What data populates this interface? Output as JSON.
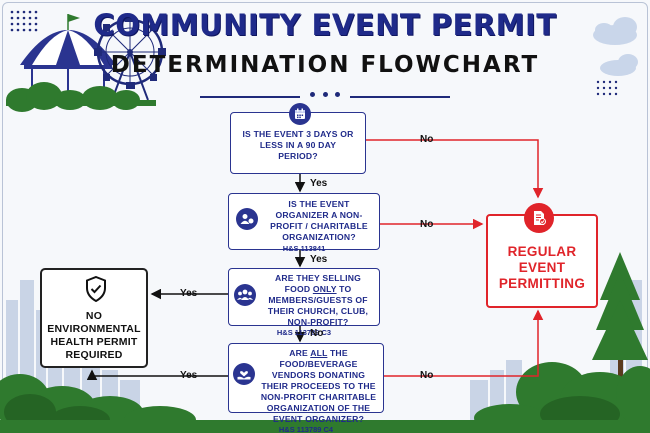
{
  "title": "COMMUNITY EVENT PERMIT",
  "subtitle": "DETERMINATION FLOWCHART",
  "questions": [
    {
      "text": "IS THE EVENT 3 DAYS OR LESS IN A 90 DAY PERIOD?",
      "ref": "",
      "icon": "calendar-icon"
    },
    {
      "text": "IS THE EVENT ORGANIZER A NON-PROFIT / CHARITABLE ORGANIZATION?",
      "ref": "H&S 113841",
      "icon": "people-icon"
    },
    {
      "text_before": "ARE THEY SELLING FOOD ",
      "text_emph": "ONLY",
      "text_after": " TO MEMBERS/GUESTS OF THEIR CHURCH, CLUB, NON-PROFIT?",
      "ref": "H&S 113789 C3",
      "icon": "group-icon"
    },
    {
      "text_before": "ARE ",
      "text_emph": "ALL",
      "text_after": " THE FOOD/BEVERAGE VENDORS DONATING THEIR PROCEEDS TO THE NON-PROFIT CHARITABLE ORGANIZATION OF THE EVENT ORGANIZER?",
      "ref": "H&S 113789 C4",
      "icon": "donation-icon"
    }
  ],
  "labels": {
    "yes": "Yes",
    "no": "No"
  },
  "outcomes": {
    "left": "NO ENVIRONMENTAL HEALTH PERMIT REQUIRED",
    "right": "REGULAR EVENT PERMITTING"
  },
  "colors": {
    "navy": "#1f2a8a",
    "red": "#e0242a",
    "green": "#2f7a2e"
  }
}
